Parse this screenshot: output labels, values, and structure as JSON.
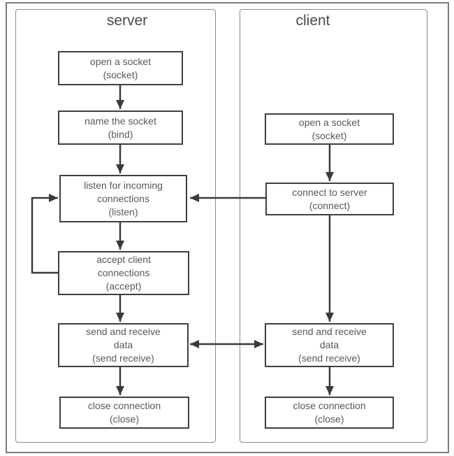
{
  "panels": {
    "server": {
      "title": "server",
      "boxes": [
        {
          "lines": [
            "open a socket",
            "(socket)"
          ]
        },
        {
          "lines": [
            "name the socket",
            "(bind)"
          ]
        },
        {
          "lines": [
            "listen for incoming",
            "connections",
            "(listen)"
          ]
        },
        {
          "lines": [
            "accept client",
            "connections",
            "(accept)"
          ]
        },
        {
          "lines": [
            "send and receive",
            "data",
            "(send receive)"
          ]
        },
        {
          "lines": [
            "close connection",
            "(close)"
          ]
        }
      ]
    },
    "client": {
      "title": "client",
      "boxes": [
        {
          "lines": [
            "open a socket",
            "(socket)"
          ]
        },
        {
          "lines": [
            "connect to server",
            "(connect)"
          ]
        },
        {
          "lines": [
            "send and receive",
            "data",
            "(send receive)"
          ]
        },
        {
          "lines": [
            "close connection",
            "(close)"
          ]
        }
      ]
    }
  },
  "colors": {
    "box_border": "#3f3f3f",
    "box_text": "#595959",
    "panel_title": "#4a4a4a",
    "panel_border": "#8c8c8c",
    "outer_border": "#7d7d7d",
    "arrow": "#3a3a3a",
    "background": "#ffffff"
  }
}
